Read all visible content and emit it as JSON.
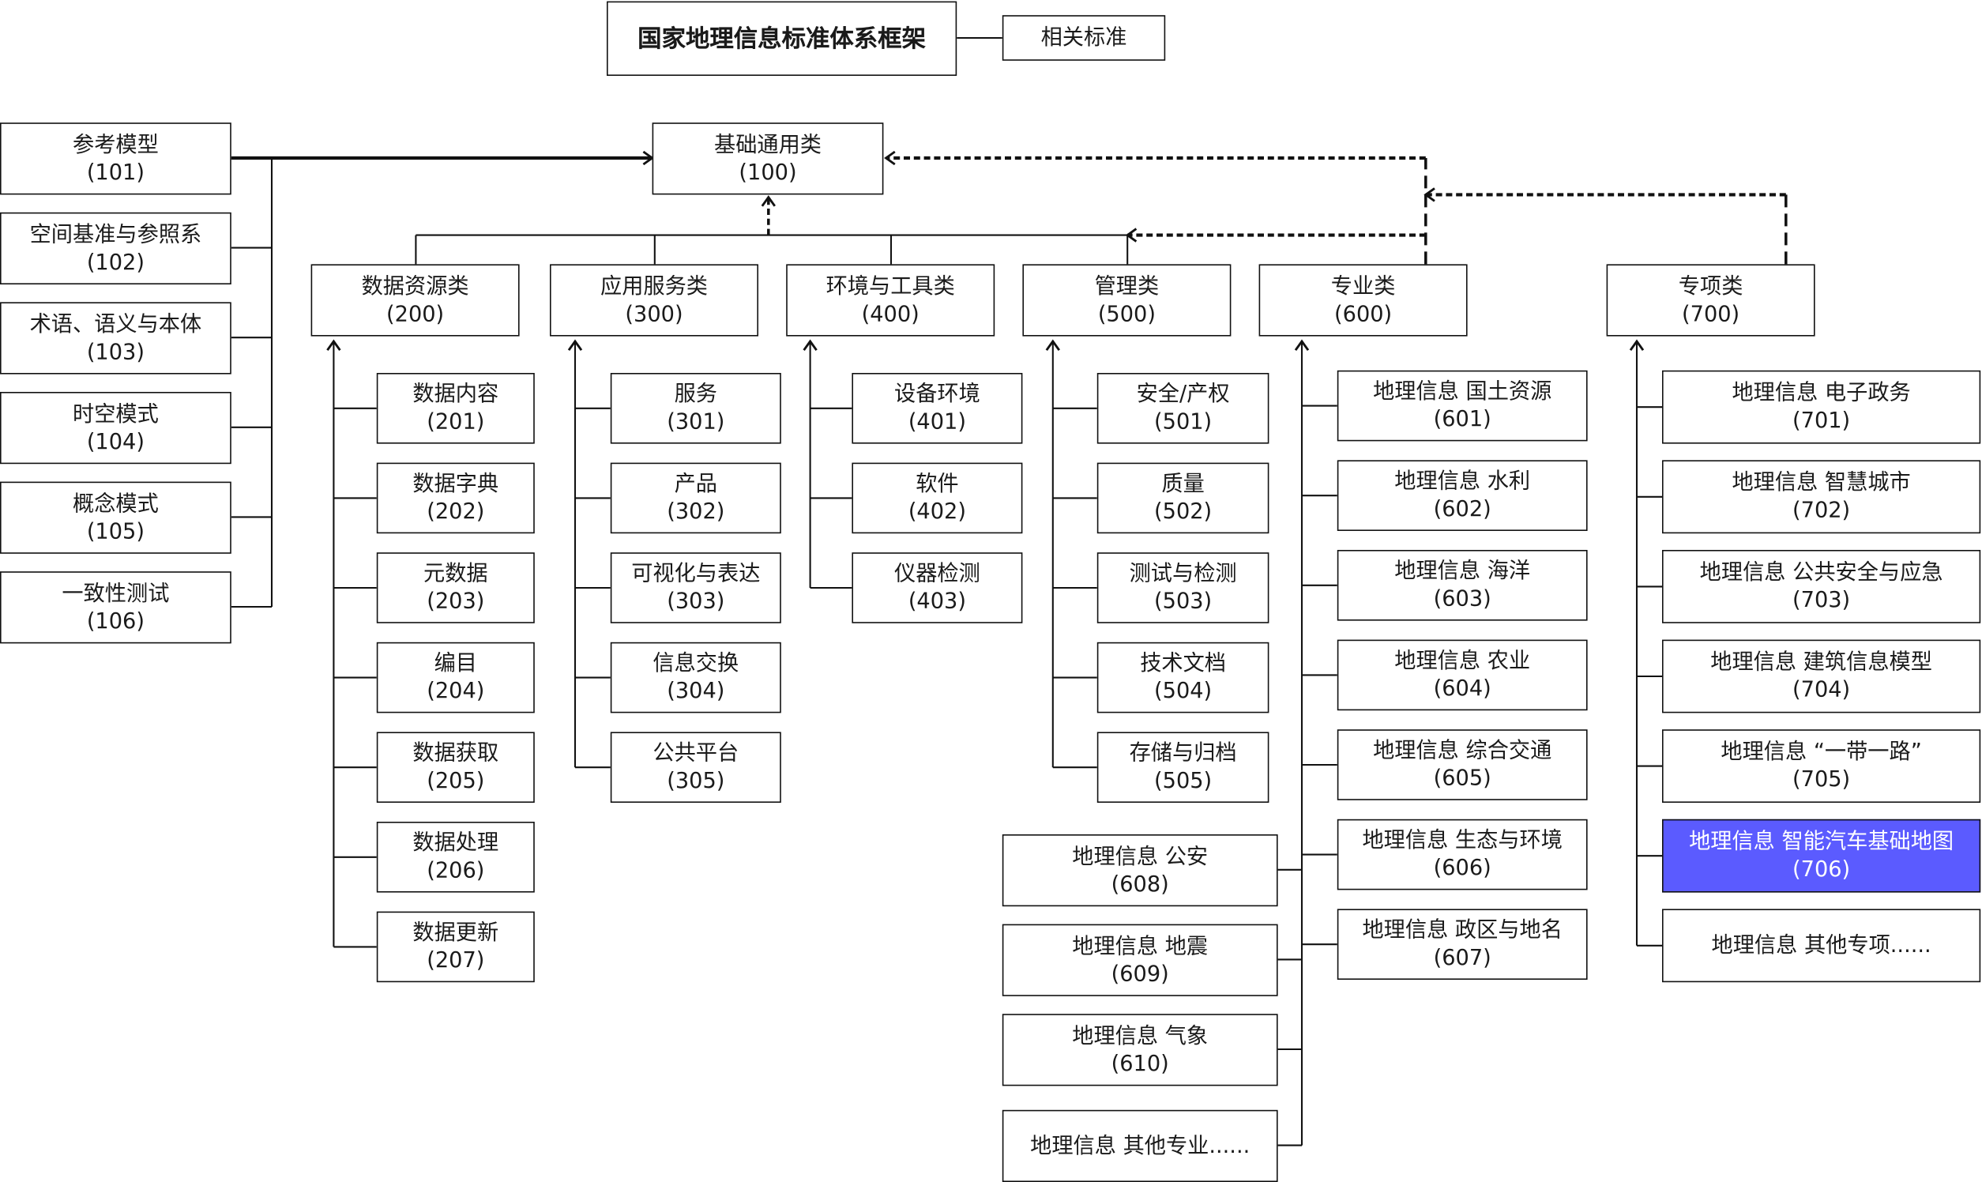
{
  "title": "国家地理信息标准体系框架",
  "related": "相关标准",
  "base": {
    "label": "基础通用类",
    "code": "(100)"
  },
  "left_items": [
    {
      "label": "参考模型",
      "code": "(101)"
    },
    {
      "label": "空间基准与参照系",
      "code": "(102)"
    },
    {
      "label": "术语、语义与本体",
      "code": "(103)"
    },
    {
      "label": "时空模式",
      "code": "(104)"
    },
    {
      "label": "概念模式",
      "code": "(105)"
    },
    {
      "label": "一致性测试",
      "code": "(106)"
    }
  ],
  "categories": [
    {
      "label": "数据资源类",
      "code": "(200)",
      "children": [
        {
          "label": "数据内容",
          "code": "(201)"
        },
        {
          "label": "数据字典",
          "code": "(202)"
        },
        {
          "label": "元数据",
          "code": "(203)"
        },
        {
          "label": "编目",
          "code": "(204)"
        },
        {
          "label": "数据获取",
          "code": "(205)"
        },
        {
          "label": "数据处理",
          "code": "(206)"
        },
        {
          "label": "数据更新",
          "code": "(207)"
        }
      ]
    },
    {
      "label": "应用服务类",
      "code": "(300)",
      "children": [
        {
          "label": "服务",
          "code": "(301)"
        },
        {
          "label": "产品",
          "code": "(302)"
        },
        {
          "label": "可视化与表达",
          "code": "(303)"
        },
        {
          "label": "信息交换",
          "code": "(304)"
        },
        {
          "label": "公共平台",
          "code": "(305)"
        }
      ]
    },
    {
      "label": "环境与工具类",
      "code": "(400)",
      "children": [
        {
          "label": "设备环境",
          "code": "(401)"
        },
        {
          "label": "软件",
          "code": "(402)"
        },
        {
          "label": "仪器检测",
          "code": "(403)"
        }
      ]
    },
    {
      "label": "管理类",
      "code": "(500)",
      "children": [
        {
          "label": "安全/产权",
          "code": "(501)"
        },
        {
          "label": "质量",
          "code": "(502)"
        },
        {
          "label": "测试与检测",
          "code": "(503)"
        },
        {
          "label": "技术文档",
          "code": "(504)"
        },
        {
          "label": "存储与归档",
          "code": "(505)"
        }
      ]
    },
    {
      "label": "专业类",
      "code": "(600)",
      "children": [
        {
          "label": "地理信息 国土资源",
          "code": "(601)"
        },
        {
          "label": "地理信息 水利",
          "code": "(602)"
        },
        {
          "label": "地理信息 海洋",
          "code": "(603)"
        },
        {
          "label": "地理信息 农业",
          "code": "(604)"
        },
        {
          "label": "地理信息 综合交通",
          "code": "(605)"
        },
        {
          "label": "地理信息 生态与环境",
          "code": "(606)"
        },
        {
          "label": "地理信息 政区与地名",
          "code": "(607)"
        }
      ],
      "children_left": [
        {
          "label": "地理信息 公安",
          "code": "(608)"
        },
        {
          "label": "地理信息 地震",
          "code": "(609)"
        },
        {
          "label": "地理信息 气象",
          "code": "(610)"
        },
        {
          "label": "地理信息 其他专业......",
          "code": ""
        }
      ]
    },
    {
      "label": "专项类",
      "code": "(700)",
      "children": [
        {
          "label": "地理信息 电子政务",
          "code": "(701)"
        },
        {
          "label": "地理信息 智慧城市",
          "code": "(702)"
        },
        {
          "label": "地理信息 公共安全与应急",
          "code": "(703)"
        },
        {
          "label": "地理信息 建筑信息模型",
          "code": "(704)"
        },
        {
          "label": "地理信息 “一带一路”",
          "code": "(705)"
        },
        {
          "label": "地理信息 智能汽车基础地图",
          "code": "(706)",
          "highlighted": true
        },
        {
          "label": "地理信息 其他专项......",
          "code": ""
        }
      ]
    }
  ],
  "colors": {
    "highlight": "#5b5bff",
    "line": "#111111"
  }
}
